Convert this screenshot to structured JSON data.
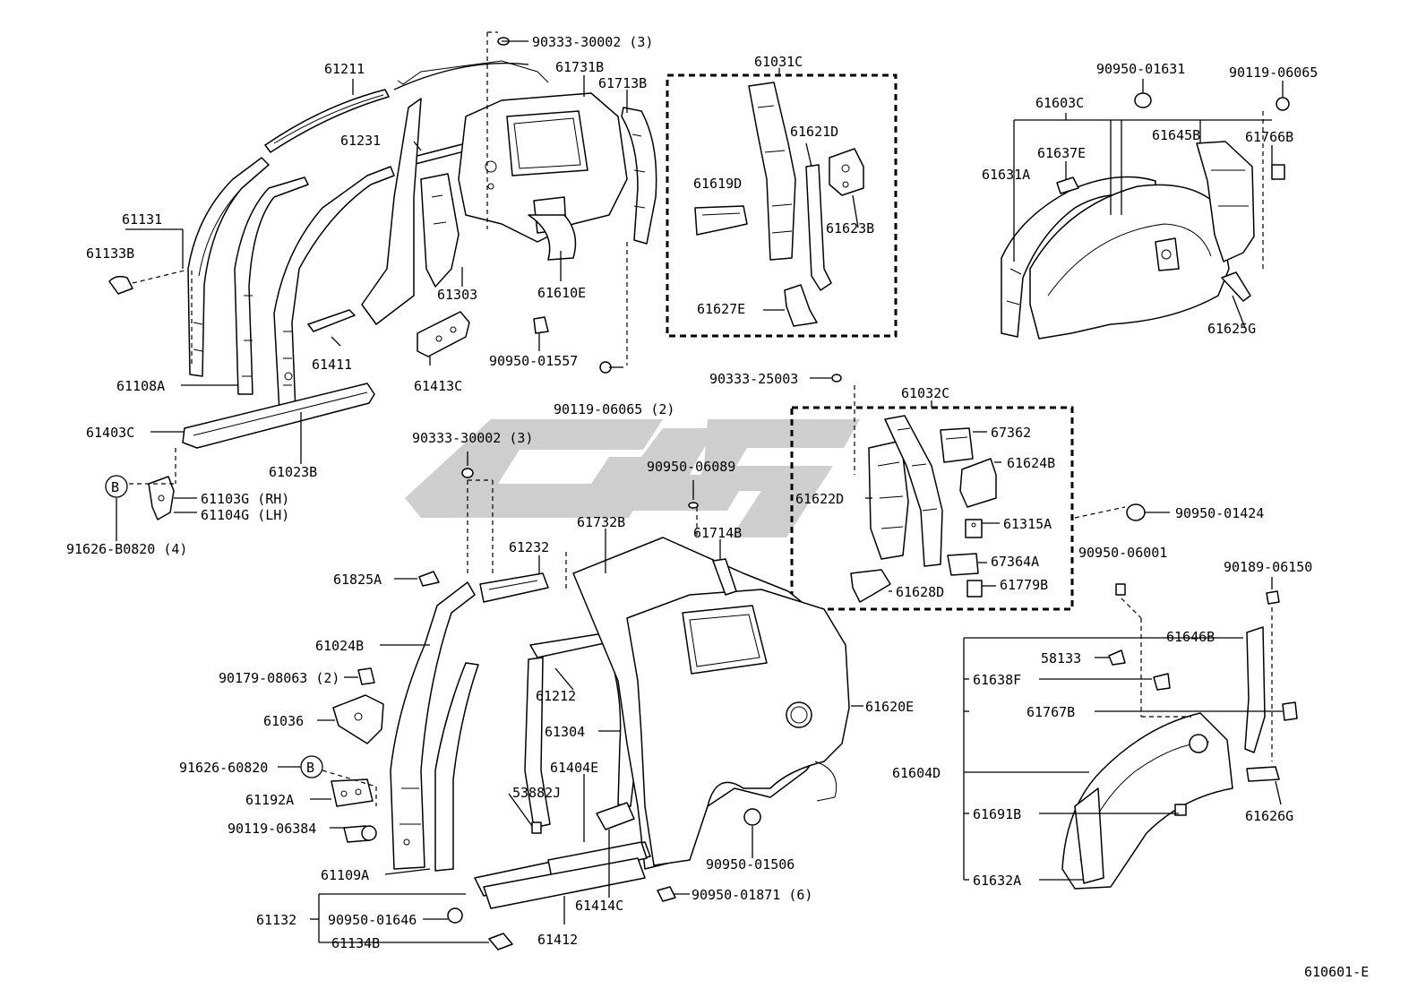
{
  "diagram": {
    "figure_code": "610601-E",
    "watermark": "GSF",
    "callout_circle_letter": "B",
    "labels": {
      "p61211": "61211",
      "p90333_30002_top": "90333-30002 (3)",
      "p61731B": "61731B",
      "p61713B": "61713B",
      "p61031C": "61031C",
      "p90950_01631": "90950-01631",
      "p90119_06065_top": "90119-06065",
      "p61231": "61231",
      "p61621D": "61621D",
      "p61603C": "61603C",
      "p61619D": "61619D",
      "p61637E": "61637E",
      "p61645B": "61645B",
      "p61766B": "61766B",
      "p61623B": "61623B",
      "p61631A": "61631A",
      "p61131": "61131",
      "p61133B": "61133B",
      "p61303": "61303",
      "p61610E": "61610E",
      "p61627E": "61627E",
      "p61625G": "61625G",
      "p61411": "61411",
      "p90950_01557": "90950-01557",
      "p61108A": "61108A",
      "p61413C": "61413C",
      "p90333_25003": "90333-25003",
      "p90119_06065_2": "90119-06065 (2)",
      "p61032C": "61032C",
      "p61403C": "61403C",
      "p67362": "67362",
      "p90333_30002_mid": "90333-30002 (3)",
      "p61023B": "61023B",
      "p90950_06089": "90950-06089",
      "p61624B": "61624B",
      "p61622D": "61622D",
      "p61103G": "61103G (RH)",
      "p61104G": "61104G (LH)",
      "p90950_01424": "90950-01424",
      "p61315A": "61315A",
      "p61732B": "61732B",
      "p91626_B0820": "91626-B0820 (4)",
      "p61714B": "61714B",
      "p61232": "61232",
      "p90950_06001": "90950-06001",
      "p67364A": "67364A",
      "p90189_06150": "90189-06150",
      "p61825A": "61825A",
      "p61628D": "61628D",
      "p61779B": "61779B",
      "p61024B": "61024B",
      "p61646B": "61646B",
      "p58133": "58133",
      "p90179_08063": "90179-08063 (2)",
      "p61638F": "61638F",
      "p61212": "61212",
      "p61620E": "61620E",
      "p61036": "61036",
      "p61767B": "61767B",
      "p61304": "61304",
      "p91626_60820": "91626-60820",
      "p61404E": "61404E",
      "p61604D": "61604D",
      "p61192A": "61192A",
      "p53882J": "53882J",
      "p90119_06384": "90119-06384",
      "p61691B": "61691B",
      "p61626G": "61626G",
      "p90950_01506": "90950-01506",
      "p61109A": "61109A",
      "p61632A": "61632A",
      "p90950_01871": "90950-01871 (6)",
      "p61132": "61132",
      "p61414C": "61414C",
      "p90950_01646": "90950-01646",
      "p61412": "61412",
      "p61134B": "61134B"
    }
  }
}
